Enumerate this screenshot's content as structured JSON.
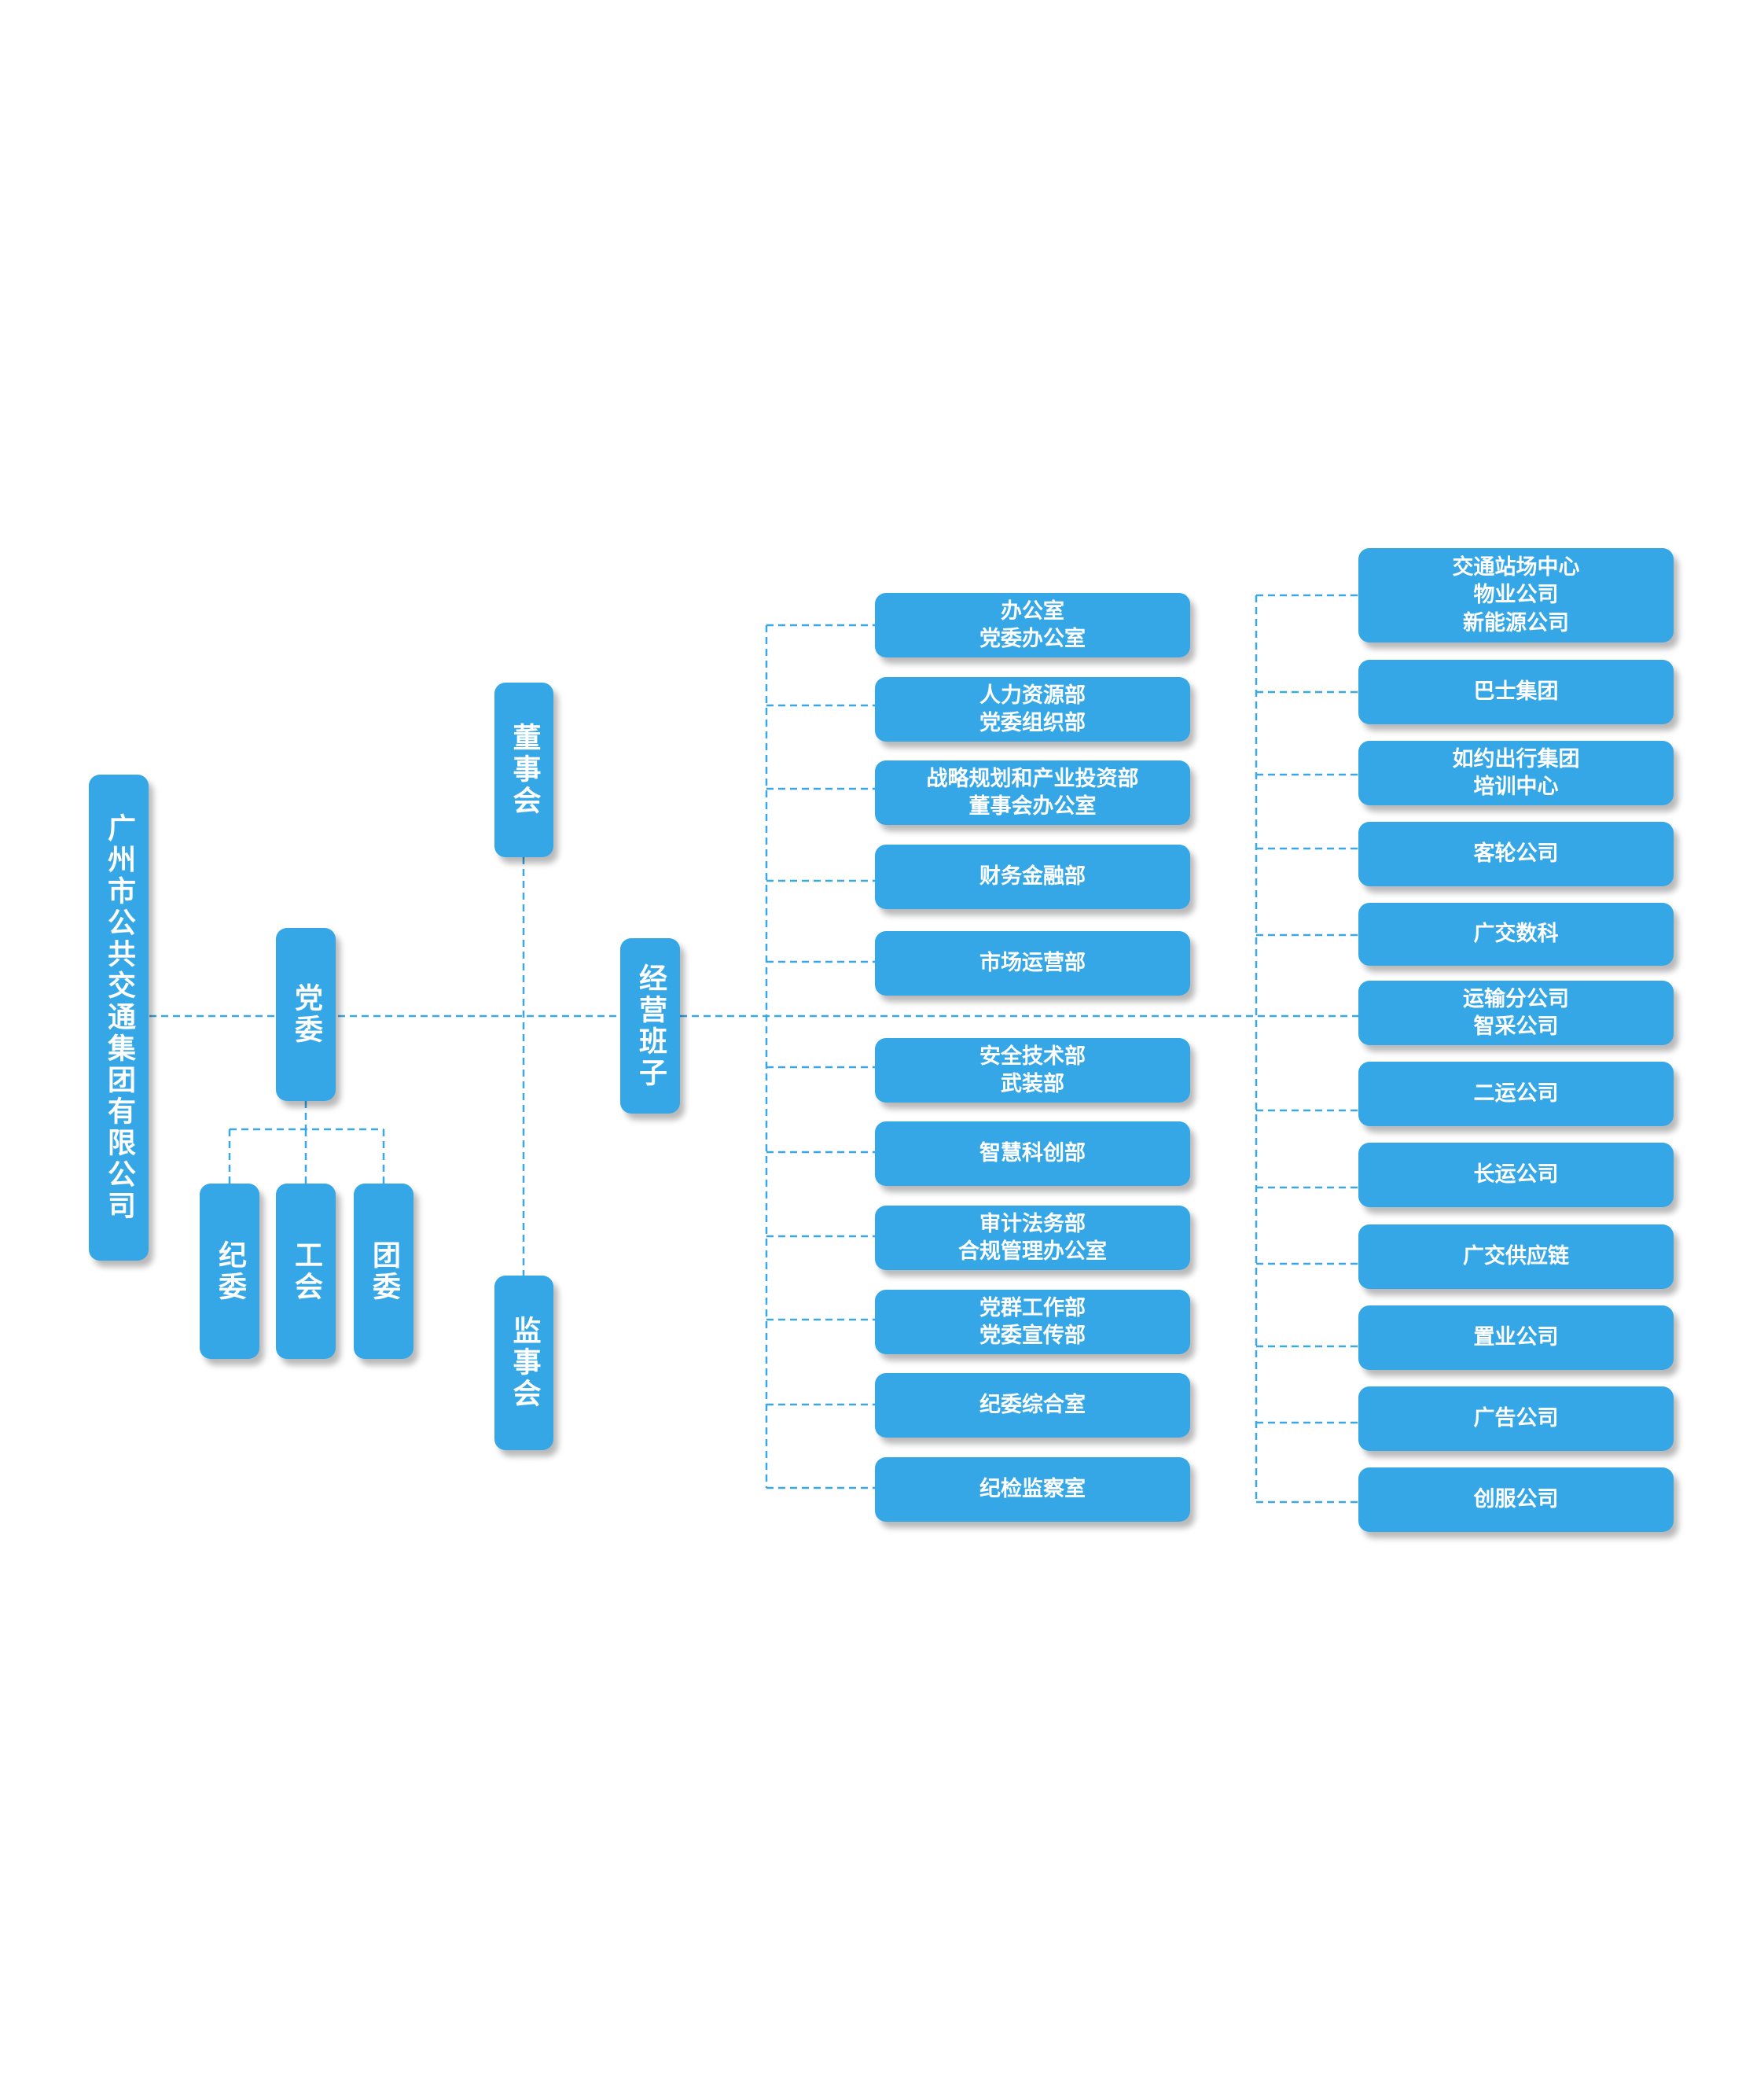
{
  "colors": {
    "box": "#35a7e7",
    "line": "#3aa8e6"
  },
  "root": "广州市公共交通集团有限公司",
  "party": "党委",
  "party_children": [
    "纪委",
    "工会",
    "团委"
  ],
  "board": "董事会",
  "supervisors": "监事会",
  "management": "经营班子",
  "departments": [
    "办公室\n党委办公室",
    "人力资源部\n党委组织部",
    "战略规划和产业投资部\n董事会办公室",
    "财务金融部",
    "市场运营部",
    "安全技术部\n武装部",
    "智慧科创部",
    "审计法务部\n合规管理办公室",
    "党群工作部\n党委宣传部",
    "纪委综合室",
    "纪检监察室"
  ],
  "companies": [
    "交通站场中心\n物业公司\n新能源公司",
    "巴士集团",
    "如约出行集团\n培训中心",
    "客轮公司",
    "广交数科",
    "运输分公司\n智采公司",
    "二运公司",
    "长运公司",
    "广交供应链",
    "置业公司",
    "广告公司",
    "创服公司"
  ]
}
